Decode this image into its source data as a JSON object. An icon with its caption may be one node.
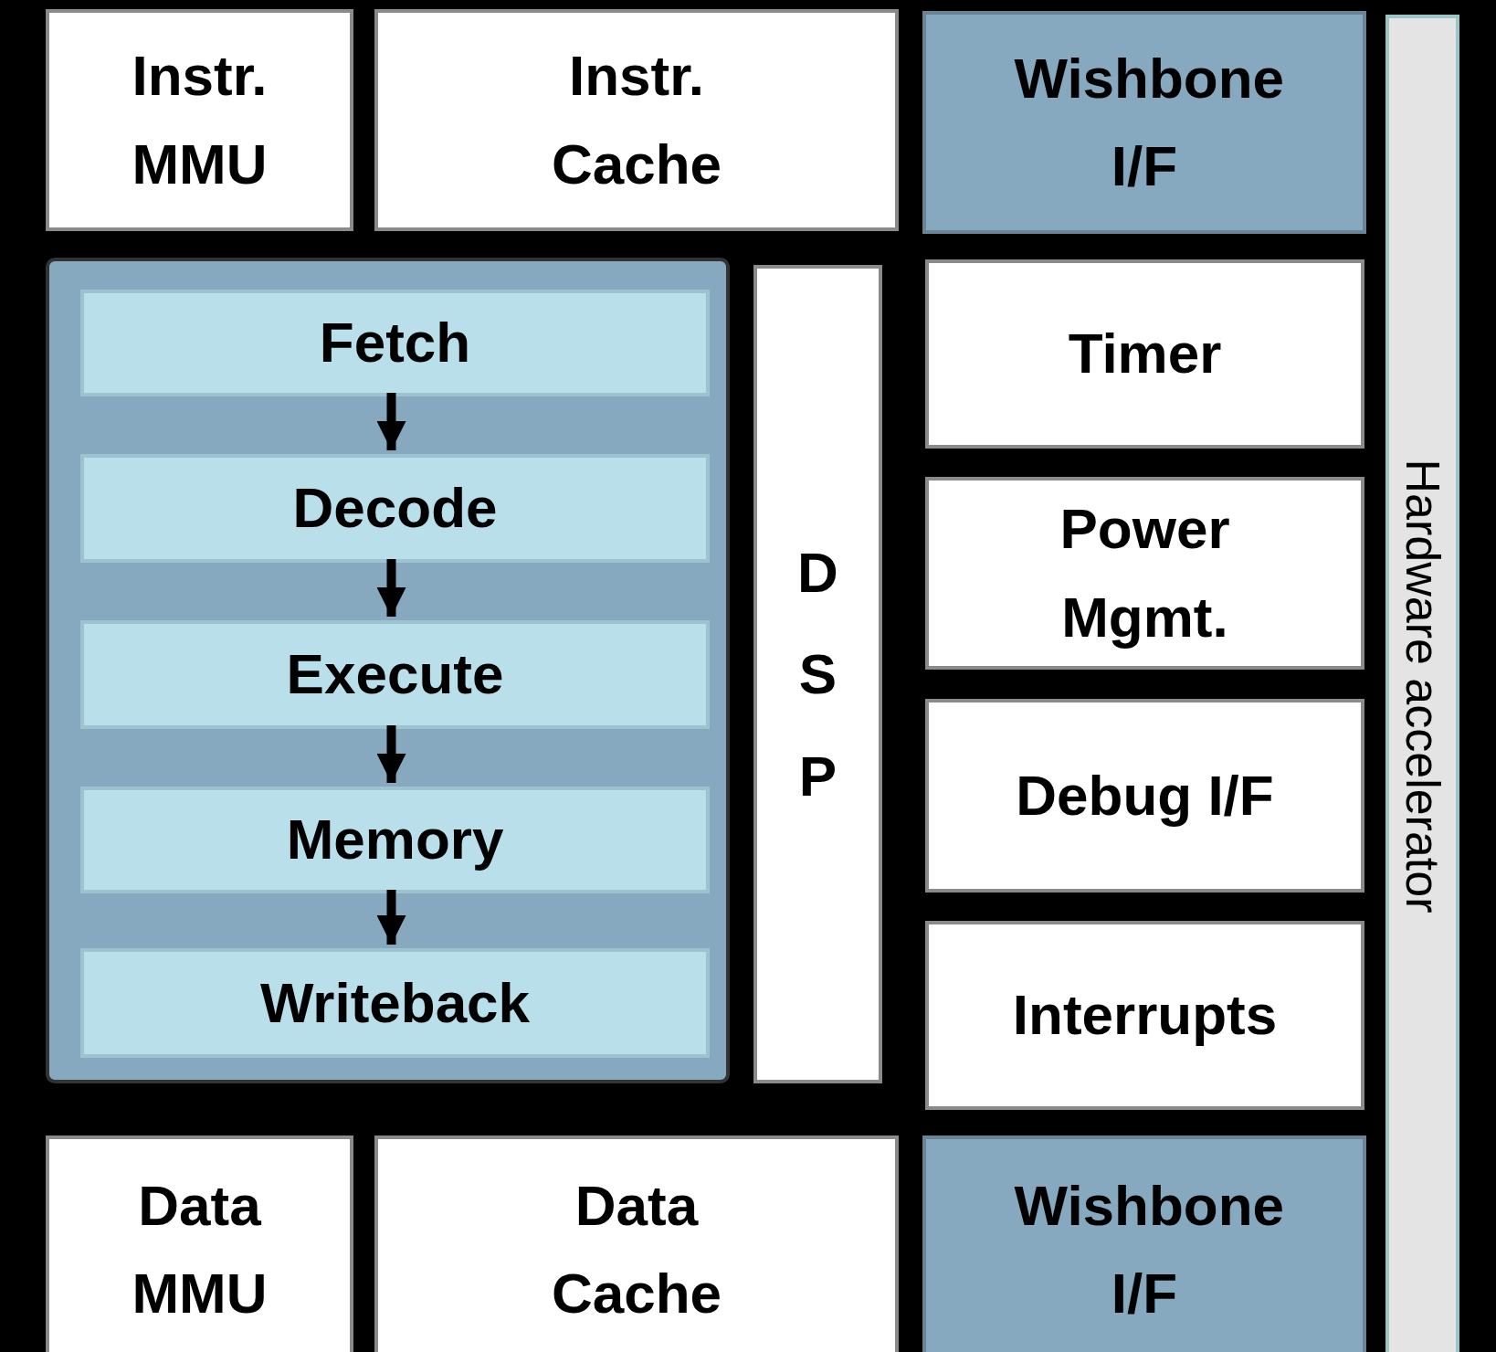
{
  "diagram": {
    "nodes": [
      {
        "text": [
          "Instr. MMU"
        ]
      },
      {
        "text": [
          "Instr. Cache"
        ]
      },
      {
        "text": [
          "Wishbone I/F"
        ]
      },
      {
        "text": [
          "Hardware accelerator"
        ]
      },
      {
        "text": [],
        "shape": "box"
      },
      {
        "text": [
          "Fetch"
        ],
        "in": 4
      },
      {
        "text": [
          "Decode"
        ],
        "in": 4
      },
      {
        "text": [
          "Execute"
        ],
        "in": 4
      },
      {
        "text": [
          "Memory"
        ],
        "in": 4
      },
      {
        "text": [
          "Writeback"
        ],
        "in": 4
      },
      {
        "text": [
          "DSP"
        ]
      },
      {
        "text": [
          "Timer"
        ]
      },
      {
        "text": [
          "Power Mgmt."
        ]
      },
      {
        "text": [
          "Debug I/F"
        ]
      },
      {
        "text": [
          "Interrupts"
        ]
      },
      {
        "text": [
          "Data MMU"
        ]
      },
      {
        "text": [
          "Data Cache"
        ]
      },
      {
        "text": [
          "Wishbone I/F"
        ]
      }
    ],
    "edges": [
      {
        "from": 5,
        "to": 6,
        "arrow": "to"
      },
      {
        "from": 6,
        "to": 7,
        "arrow": "to"
      },
      {
        "from": 7,
        "to": 8,
        "arrow": "to"
      },
      {
        "from": 8,
        "to": 9,
        "arrow": "to"
      }
    ]
  }
}
